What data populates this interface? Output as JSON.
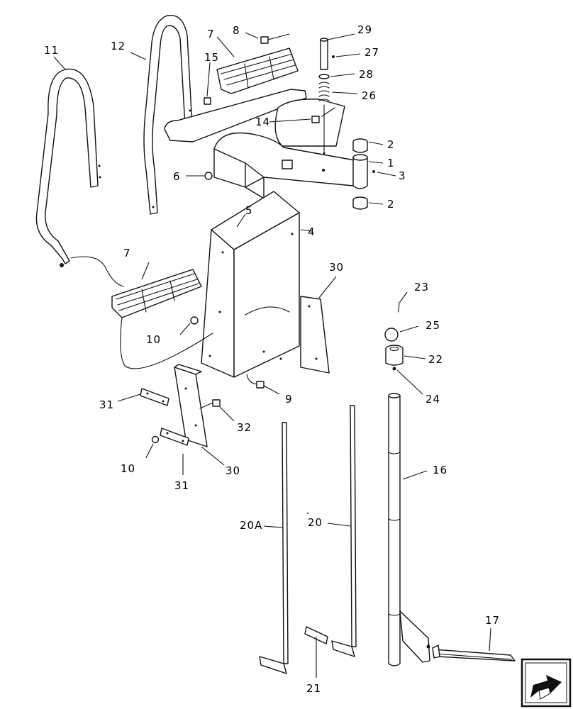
{
  "callouts": {
    "c1": "1",
    "c2a": "2",
    "c2b": "2",
    "c3": "3",
    "c4": "4",
    "c5": "5",
    "c6": "6",
    "c7a": "7",
    "c7b": "7",
    "c8": "8",
    "c9": "9",
    "c10a": "10",
    "c10b": "10",
    "c11": "11",
    "c12": "12",
    "c14": "14",
    "c15": "15",
    "c16": "16",
    "c17": "17",
    "c20": "20",
    "c20a": "20A",
    "c21": "21",
    "c22": "22",
    "c23": "23",
    "c24": "24",
    "c25": "25",
    "c26": "26",
    "c27": "27",
    "c28": "28",
    "c29": "29",
    "c30a": "30",
    "c30b": "30",
    "c31a": "31",
    "c31b": "31",
    "c32": "32"
  },
  "nav": {
    "icon": "next-page-arrow-icon"
  },
  "colors": {
    "line": "#111111",
    "background": "#ffffff"
  }
}
